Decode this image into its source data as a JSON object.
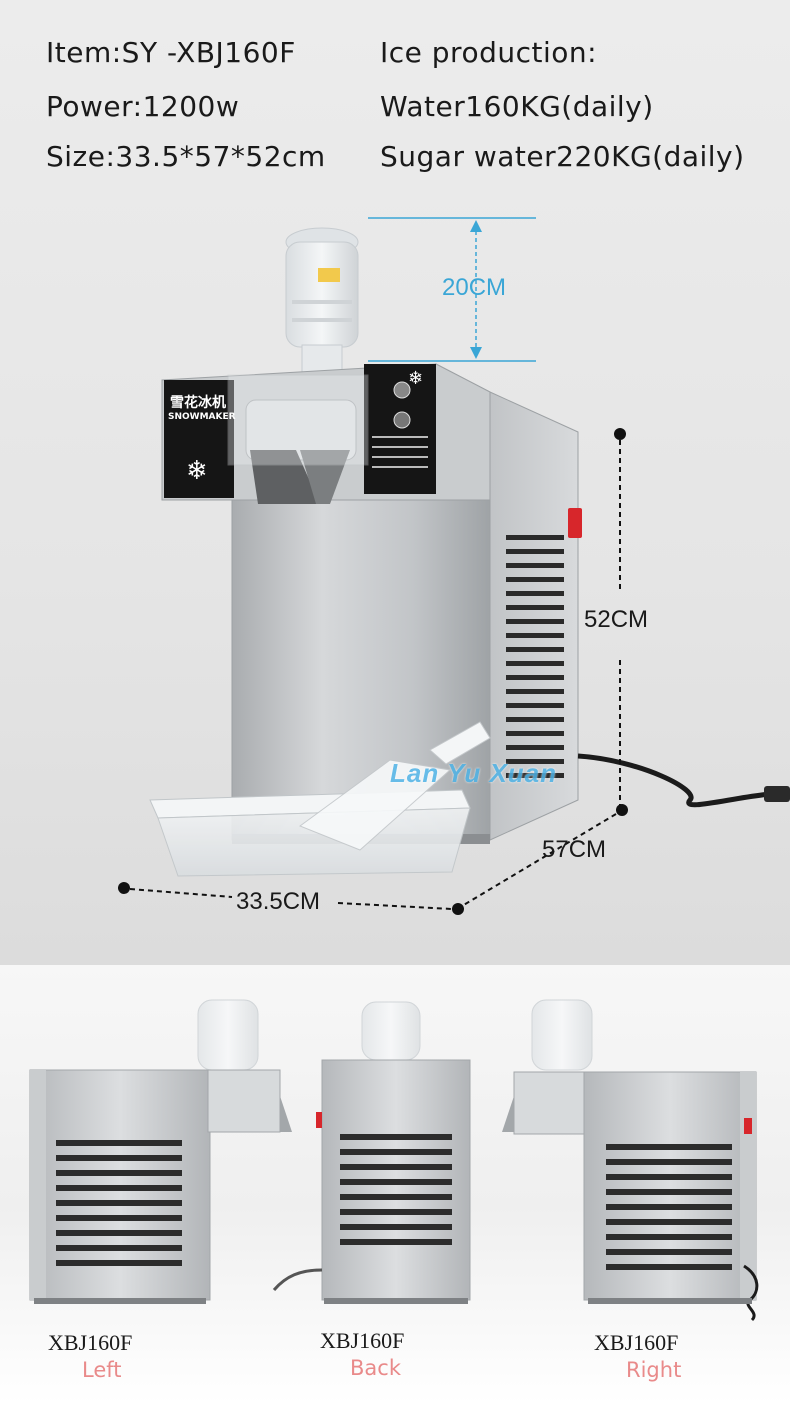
{
  "specs": {
    "item": "Item:SY -XBJ160F",
    "power": "Power:1200w",
    "size": "Size:33.5*57*52cm",
    "ice_heading": "Ice production:",
    "water": "Water160KG(daily)",
    "sugar_water": "Sugar water220KG(daily)"
  },
  "dimensions": {
    "bottle_height": "20CM",
    "height": "52CM",
    "depth": "57CM",
    "width": "33.5CM"
  },
  "machine_panel": {
    "brand_cn": "雪花冰机",
    "brand_en": "SNOWMAKER"
  },
  "watermark": "Lan Yu Xuan",
  "views": [
    {
      "model": "XBJ160F",
      "side": "Left"
    },
    {
      "model": "XBJ160F",
      "side": "Back"
    },
    {
      "model": "XBJ160F",
      "side": "Right"
    }
  ],
  "colors": {
    "dimension_blue": "#3aa6d6",
    "caption_pink": "#e98a8a",
    "steel": "#b9bcbf",
    "panel_black": "#151515",
    "switch_red": "#d7262b"
  }
}
